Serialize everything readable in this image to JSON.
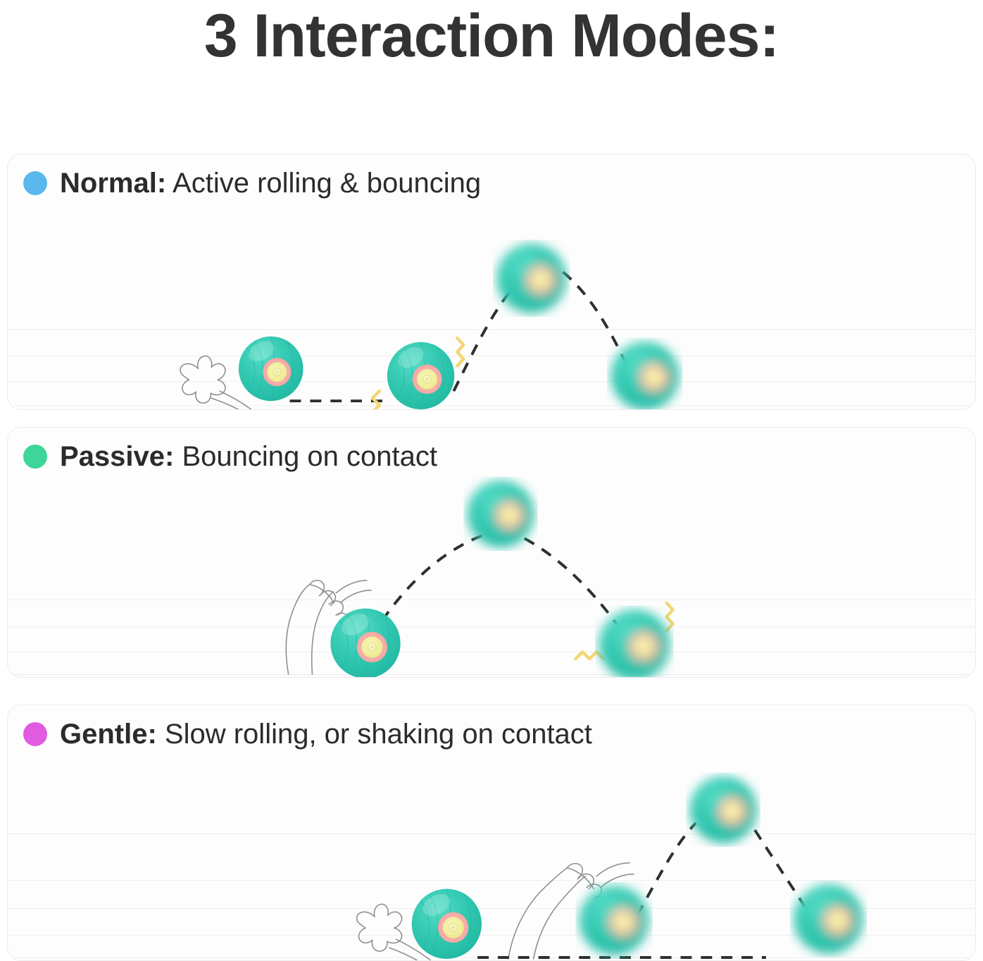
{
  "title": "3 Interaction Modes:",
  "colors": {
    "title": "#333333",
    "card_bg": "#fdfdfd",
    "card_border": "#ececec",
    "gridline": "#efefef",
    "ball_teal": "#2ec4b0",
    "ball_teal_light": "#45d6c0",
    "ball_center_yellow": "#f2ef9a",
    "ball_ring_pink": "#f7b5b2",
    "trajectory_dash": "#2f2f2f",
    "impact_zigzag": "#f3d774",
    "paw_outline": "#8f8f8f"
  },
  "modes": [
    {
      "id": "normal",
      "dot_color": "#5bb7ec",
      "name": "Normal:",
      "description": "Active rolling & bouncing",
      "icon": "status-dot-blue",
      "scene": {
        "has_paw_print": true,
        "has_cat_paw": false,
        "ball_count": 4,
        "impact_marks": 2
      }
    },
    {
      "id": "passive",
      "dot_color": "#3dd598",
      "name": "Passive:",
      "description": "Bouncing on contact",
      "icon": "status-dot-green",
      "scene": {
        "has_paw_print": false,
        "has_cat_paw": true,
        "ball_count": 3,
        "impact_marks": 2
      }
    },
    {
      "id": "gentle",
      "dot_color": "#e05be0",
      "name": "Gentle:",
      "description": "Slow rolling, or shaking on contact",
      "icon": "status-dot-magenta",
      "scene": {
        "has_paw_print": true,
        "has_cat_paw": true,
        "ball_count": 4,
        "impact_marks": 0
      }
    }
  ]
}
